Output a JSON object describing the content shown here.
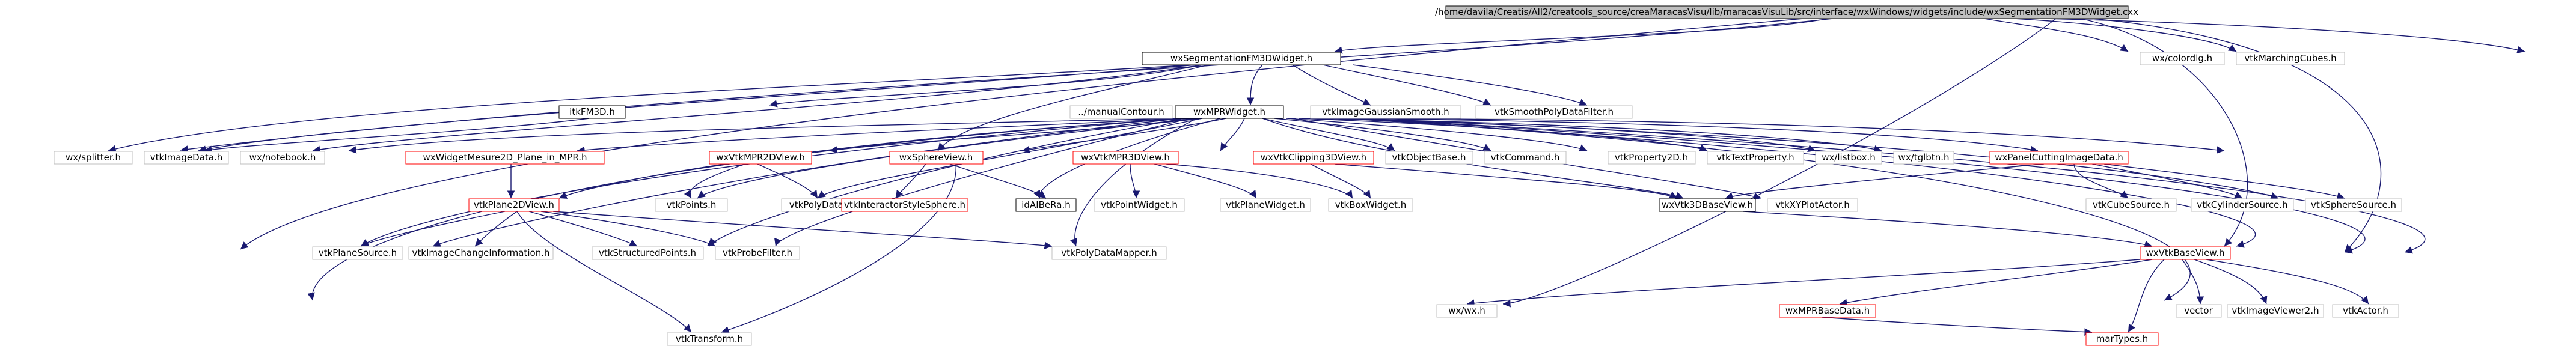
{
  "colors": {
    "edge_blue": "#191970",
    "edge_gray": "#a9a9a9",
    "edge_red": "#8b1a1a",
    "box_black": "#000000",
    "box_red": "#ff0000",
    "box_gray": "#bfbfbf",
    "root_fill": "#bfbfbf"
  },
  "nodes": {
    "root": "/home/davila/Creatis/All2/creatools_source/creaMaracasVisu/lib/maracasVisuLib/src/interface/wxWindows/widgets/include/wxSegmentationFM3DWidget.cxx",
    "wxSegmentationFM3DWidget": "wxSegmentationFM3DWidget.h",
    "wxcolordlg": "wx/colordlg.h",
    "vtkMarchingCubes": "vtkMarchingCubes.h",
    "itkFM3D": "itkFM3D.h",
    "manualContour": "../manualContour.h",
    "wxMPRWidget": "wxMPRWidget.h",
    "vtkImageGaussianSmooth": "vtkImageGaussianSmooth.h",
    "vtkSmoothPolyDataFilter": "vtkSmoothPolyDataFilter.h",
    "wxsplitter": "wx/splitter.h",
    "vtkImageData": "vtkImageData.h",
    "wxnotebook": "wx/notebook.h",
    "wxWidgetMesure2D": "wxWidgetMesure2D_Plane_in_MPR.h",
    "wxVtkMPR2DView": "wxVtkMPR2DView.h",
    "wxSphereView": "wxSphereView.h",
    "wxVtkMPR3DView": "wxVtkMPR3DView.h",
    "wxVtkClipping3DView": "wxVtkClipping3DView.h",
    "vtkObjectBase": "vtkObjectBase.h",
    "vtkCommand": "vtkCommand.h",
    "vtkProperty2D": "vtkProperty2D.h",
    "vtkTextProperty": "vtkTextProperty.h",
    "wxlistbox": "wx/listbox.h",
    "wxtglbtn": "wx/tglbtn.h",
    "wxPanelCuttingImageData": "wxPanelCuttingImageData.h",
    "vtkPlane2DView": "vtkPlane2DView.h",
    "vtkPoints": "vtkPoints.h",
    "vtkPolyData": "vtkPolyData.h",
    "vtkInteractorStyleSphere": "vtkInteractorStyleSphere.h",
    "idAIBeRa": "idAIBeRa.h",
    "vtkPointWidget": "vtkPointWidget.h",
    "vtkPlaneWidget": "vtkPlaneWidget.h",
    "vtkBoxWidget": "vtkBoxWidget.h",
    "wxVtk3DBaseView": "wxVtk3DBaseView.h",
    "vtkXYPlotActor": "vtkXYPlotActor.h",
    "vtkCubeSource": "vtkCubeSource.h",
    "vtkCylinderSource": "vtkCylinderSource.h",
    "vtkSphereSource": "vtkSphereSource.h",
    "vtkPlaneSource": "vtkPlaneSource.h",
    "vtkImageChangeInformation": "vtkImageChangeInformation.h",
    "vtkStructuredPoints": "vtkStructuredPoints.h",
    "vtkProbeFilter": "vtkProbeFilter.h",
    "vtkPolyDataMapper": "vtkPolyDataMapper.h",
    "wxVtkBaseView": "wxVtkBaseView.h",
    "wxwx": "wx/wx.h",
    "wxMPRBaseData": "wxMPRBaseData.h",
    "vector": "vector",
    "vtkImageViewer2": "vtkImageViewer2.h",
    "vtkActor": "vtkActor.h",
    "vtkTransform": "vtkTransform.h",
    "marTypes": "marTypes.h"
  }
}
